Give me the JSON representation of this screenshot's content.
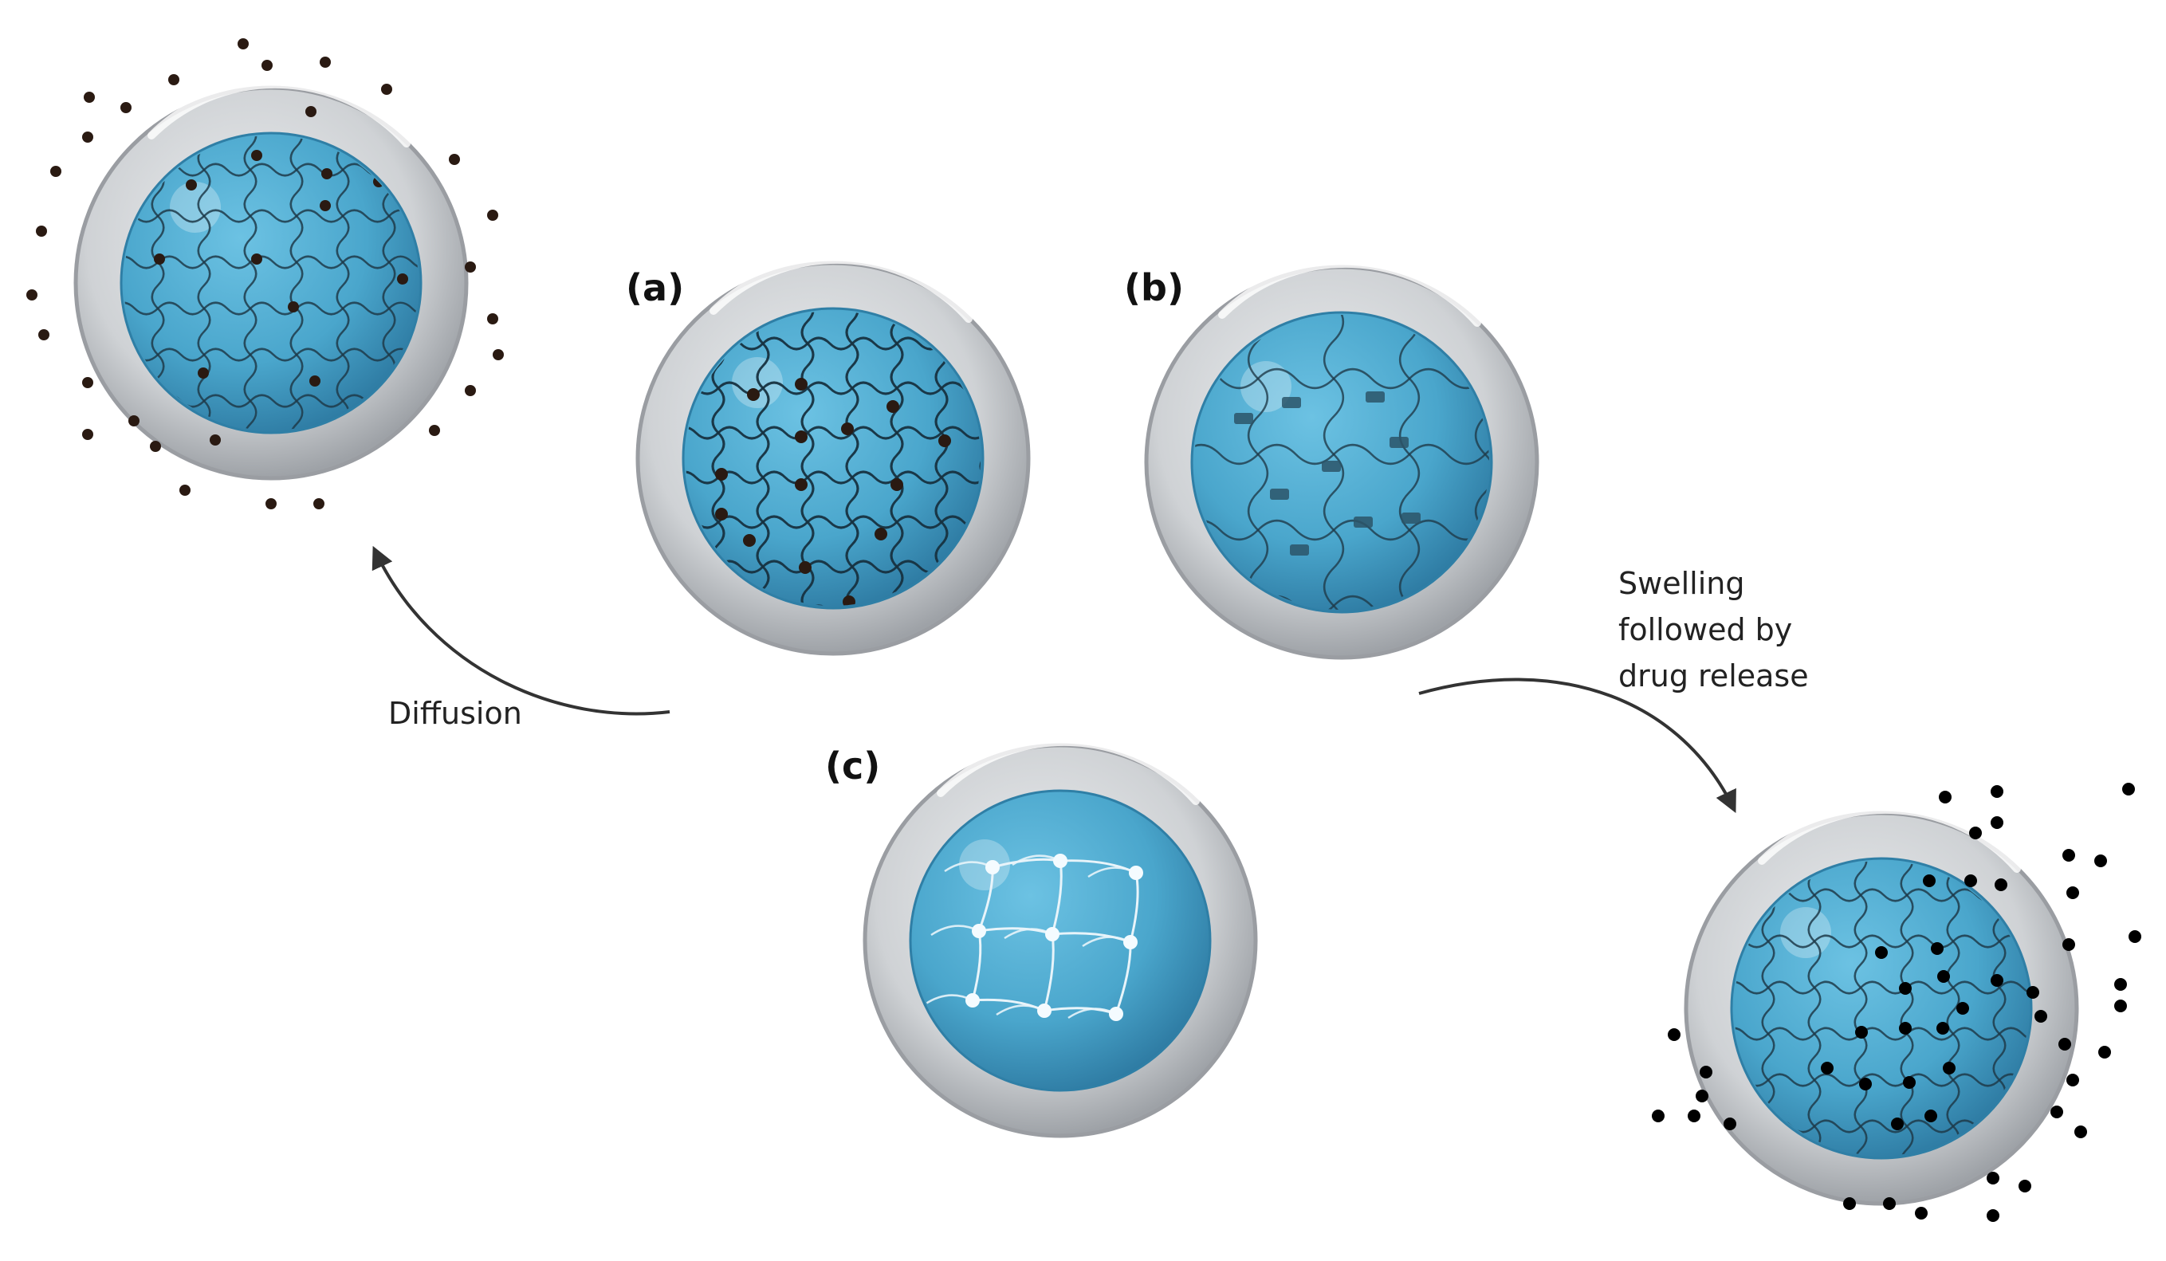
{
  "panels": {
    "a": {
      "label": "(a)"
    },
    "b": {
      "label": "(b)"
    },
    "c": {
      "label": "(c)"
    }
  },
  "annotations": {
    "diffusion": "Diffusion",
    "swelling": [
      "Swelling",
      "followed by",
      "drug release"
    ]
  },
  "colors": {
    "shell": "#d2d4d7",
    "shell_edge": "#9a9da2",
    "core": "#4faed3",
    "core_dark": "#2f7fa6",
    "mesh": "#1f3b4a",
    "drug_dot": "#2a1a12",
    "arrow": "#333333"
  }
}
